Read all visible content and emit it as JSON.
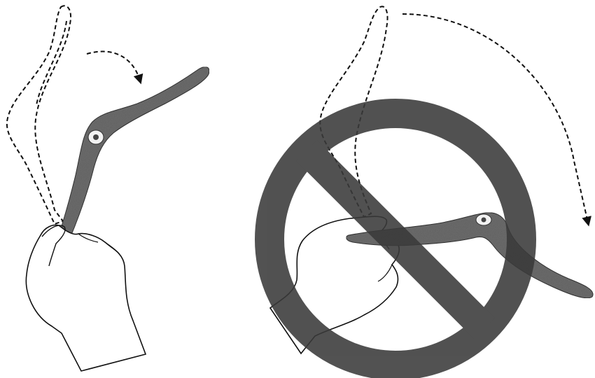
{
  "illustration": {
    "panels": [
      {
        "key": "left",
        "meaning": "correct-grip",
        "icon": "hand-holding-boomerang-vertical-icon"
      },
      {
        "key": "right",
        "meaning": "incorrect-grip",
        "icon": "prohibition-sign-icon"
      }
    ],
    "colors": {
      "background": "#ffffff",
      "boomerang": "#6e6e6e",
      "outline": "#111111",
      "prohibition": "#3a3a3a",
      "label": "#f2f2f2"
    }
  }
}
